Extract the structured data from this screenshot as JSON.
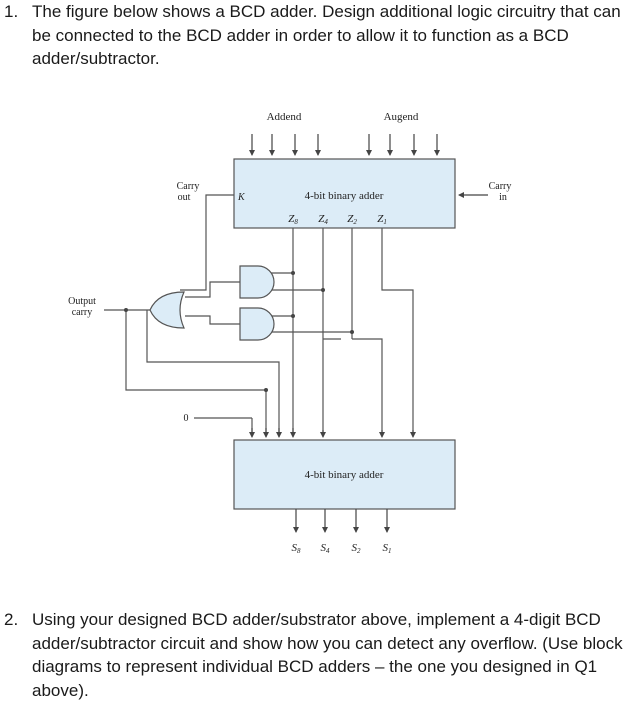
{
  "questions": [
    {
      "number": "1.",
      "text": "The figure below shows a BCD adder. Design additional logic circuitry that can be connected to the BCD adder in order to allow it to function as a BCD adder/subtractor."
    },
    {
      "number": "2.",
      "text": "Using your designed BCD adder/substrator above, implement a 4-digit BCD adder/subtractor circuit and show how you can detect any overflow. (Use block diagrams to represent individual BCD adders – the one you designed in Q1 above)."
    }
  ],
  "figure": {
    "addend_label": "Addend",
    "augend_label": "Augend",
    "carry_out_line1": "Carry",
    "carry_out_line2": "out",
    "carry_in_line1": "Carry",
    "carry_in_line2": "in",
    "k_label": "K",
    "top_adder_label": "4-bit binary adder",
    "z_outputs": [
      {
        "main": "Z",
        "sub": "8"
      },
      {
        "main": "Z",
        "sub": "4"
      },
      {
        "main": "Z",
        "sub": "2"
      },
      {
        "main": "Z",
        "sub": "1"
      }
    ],
    "output_carry_line1": "Output",
    "output_carry_line2": "carry",
    "zero_label": "0",
    "bottom_adder_label": "4-bit binary adder",
    "s_outputs": [
      {
        "main": "S",
        "sub": "8"
      },
      {
        "main": "S",
        "sub": "4"
      },
      {
        "main": "S",
        "sub": "2"
      },
      {
        "main": "S",
        "sub": "1"
      }
    ],
    "box_fill": "#dcecf7",
    "line_color": "#555555"
  }
}
